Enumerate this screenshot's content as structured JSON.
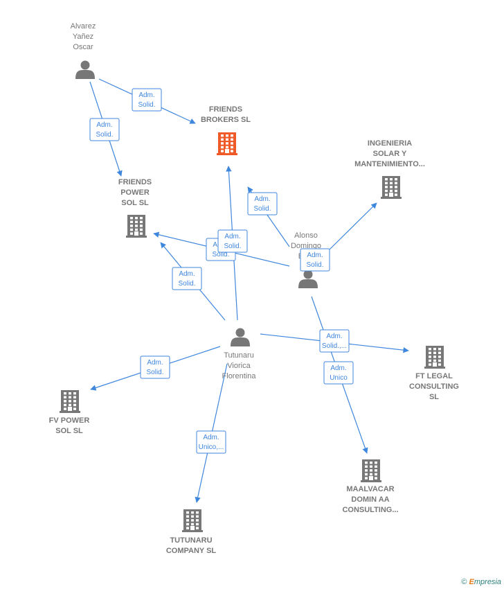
{
  "nodes": {
    "alvarez": {
      "type": "person",
      "label": [
        "Alvarez",
        "Yañez",
        "Oscar"
      ]
    },
    "friends_brokers": {
      "type": "company",
      "focus": true,
      "label": [
        "FRIENDS",
        "BROKERS  SL"
      ]
    },
    "ingenieria": {
      "type": "company",
      "label": [
        "INGENIERIA",
        "SOLAR Y",
        "MANTENIMIENTO..."
      ]
    },
    "friends_power": {
      "type": "company",
      "label": [
        "FRIENDS",
        "POWER",
        "SOL  SL"
      ]
    },
    "alonso": {
      "type": "person",
      "label": [
        "Alonso",
        "Domingo",
        "Ed..."
      ]
    },
    "tutunaru": {
      "type": "person",
      "label": [
        "Tutunaru",
        "Viorica",
        "Florentina"
      ]
    },
    "fv_power": {
      "type": "company",
      "label": [
        "FV POWER",
        "SOL  SL"
      ]
    },
    "ft_legal": {
      "type": "company",
      "label": [
        "FT LEGAL",
        "CONSULTING",
        "SL"
      ]
    },
    "maalvacar": {
      "type": "company",
      "label": [
        "MAALVACAR",
        "DOMIN AA",
        "CONSULTING..."
      ]
    },
    "tutunaru_company": {
      "type": "company",
      "label": [
        "TUTUNARU",
        "COMPANY  SL"
      ]
    }
  },
  "edges": [
    {
      "from": "alvarez",
      "to": "friends_brokers",
      "role": [
        "Adm.",
        "Solid."
      ]
    },
    {
      "from": "alvarez",
      "to": "friends_power",
      "role": [
        "Adm.",
        "Solid."
      ]
    },
    {
      "from": "alonso",
      "to": "friends_brokers",
      "role": [
        "Adm.",
        "Solid."
      ]
    },
    {
      "from": "alonso",
      "to": "ingenieria",
      "role": [
        "Adm.",
        "Solid."
      ]
    },
    {
      "from": "alonso",
      "to": "friends_power",
      "role": [
        "Adm.",
        "Solid."
      ]
    },
    {
      "from": "tutunaru",
      "to": "friends_brokers",
      "role": [
        "Adm.",
        "Solid."
      ]
    },
    {
      "from": "tutunaru",
      "to": "friends_power",
      "role": [
        "Adm.",
        "Solid."
      ]
    },
    {
      "from": "tutunaru",
      "to": "fv_power",
      "role": [
        "Adm.",
        "Solid."
      ]
    },
    {
      "from": "tutunaru",
      "to": "ft_legal",
      "role": [
        "Adm.",
        "Solid.,..."
      ]
    },
    {
      "from": "alonso",
      "to": "maalvacar",
      "role": [
        "Adm.",
        "Unico"
      ]
    },
    {
      "from": "tutunaru",
      "to": "tutunaru_company",
      "role": [
        "Adm.",
        "Unico,..."
      ]
    }
  ],
  "colors": {
    "edge": "#3f86dd",
    "focus_company": "#f05a28",
    "company": "#777777",
    "person": "#777777"
  },
  "watermark": {
    "symbol": "©",
    "brand_initial": "E",
    "brand_rest": "mpresia"
  }
}
